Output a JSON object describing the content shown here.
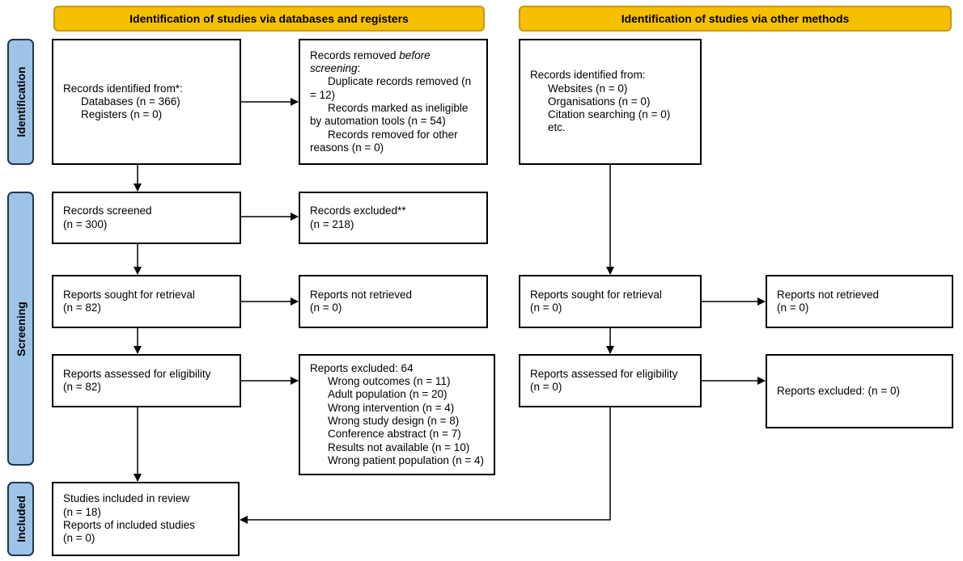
{
  "headers": {
    "db": "Identification of studies via databases and registers",
    "other": "Identification of studies via other methods"
  },
  "phases": {
    "identification": "Identification",
    "screening": "Screening",
    "included": "Included"
  },
  "db": {
    "identified": {
      "title": "Records identified from*:",
      "databases": "Databases (n = 366)",
      "registers": "Registers (n = 0)"
    },
    "removed": {
      "title_a": "Records removed ",
      "title_b": "before",
      "title_c": "screening",
      "title_d": ":",
      "dup_1": "Duplicate records removed (n",
      "dup_2": "= 12)",
      "auto_1": "Records marked as ineligible",
      "auto_2": "by automation tools (n = 54)",
      "other_1": "Records removed for other",
      "other_2": "reasons (n = 0)"
    },
    "screened": {
      "title": "Records screened",
      "n": "(n = 300)"
    },
    "excluded": {
      "title": "Records excluded**",
      "n": "(n = 218)"
    },
    "sought": {
      "title": "Reports sought for retrieval",
      "n": "(n = 82)"
    },
    "not_retrieved": {
      "title": "Reports not retrieved",
      "n": "(n = 0)"
    },
    "assessed": {
      "title": "Reports assessed for eligibility",
      "n": "(n = 82)"
    },
    "reports_excluded": {
      "title": "Reports excluded: 64",
      "reasons": [
        "Wrong outcomes (n = 11)",
        "Adult population (n = 20)",
        "Wrong intervention (n = 4)",
        "Wrong study design (n = 8)",
        "Conference abstract (n = 7)",
        "Results not available (n = 10)",
        "Wrong patient population (n = 4)"
      ]
    },
    "included": {
      "title": "Studies included in review",
      "n": "(n = 18)",
      "reports_title": "Reports of included studies",
      "reports_n": "(n = 0)"
    }
  },
  "other": {
    "identified": {
      "title": "Records identified from:",
      "items": [
        "Websites (n = 0)",
        "Organisations (n = 0)",
        "Citation searching (n = 0)",
        "etc."
      ]
    },
    "sought": {
      "title": "Reports sought for retrieval",
      "n": "(n = 0)"
    },
    "not_retrieved": {
      "title": "Reports not retrieved",
      "n": "(n = 0)"
    },
    "assessed": {
      "title": "Reports assessed for eligibility",
      "n": "(n = 0)"
    },
    "excluded": {
      "title": "Reports excluded: (n = 0)"
    }
  }
}
